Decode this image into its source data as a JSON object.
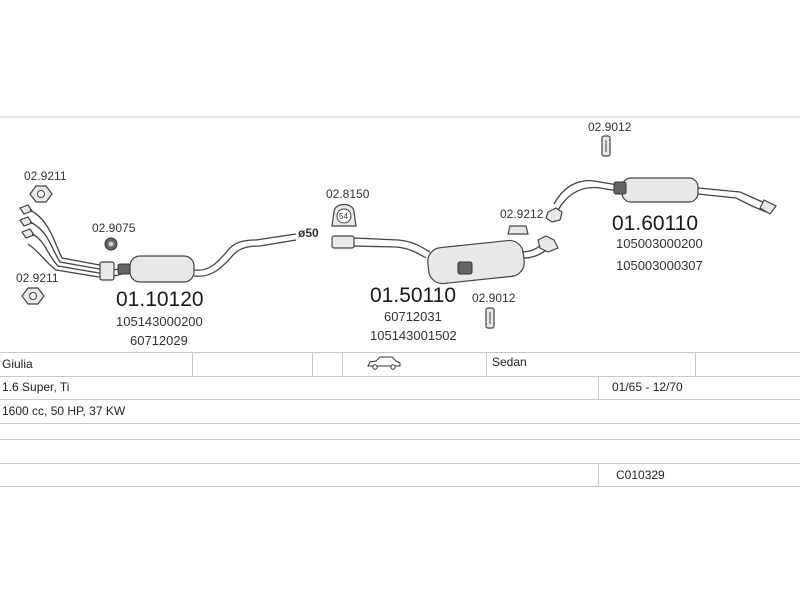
{
  "diagram": {
    "pipe_diameter_label": "ø50",
    "parts": {
      "gasket_top_left": "02.9211",
      "gasket_bottom_left": "02.9211",
      "clamp_front": "02.9075",
      "front_box_code": "01.10120",
      "front_box_ref1": "105143000200",
      "front_box_ref2": "60712029",
      "clamp_mid": "02.8150",
      "clamp_mid_badge": "54",
      "middle_box_code": "01.50110",
      "middle_box_ref1": "60712031",
      "middle_box_ref2": "105143001502",
      "hanger_mid": "02.9012",
      "hanger_top": "02.9012",
      "mount_rear": "02.9212",
      "rear_box_code": "01.60110",
      "rear_box_ref1": "105003000200",
      "rear_box_ref2": "105003000307"
    }
  },
  "vehicle": {
    "model": "Giulia",
    "body": "Sedan",
    "body_icon": "car-icon",
    "engine": "1.6 Super, Ti",
    "years": "01/65 - 12/70",
    "specs": "1600 cc, 50 HP, 37 KW",
    "catalog_code": "C010329"
  }
}
